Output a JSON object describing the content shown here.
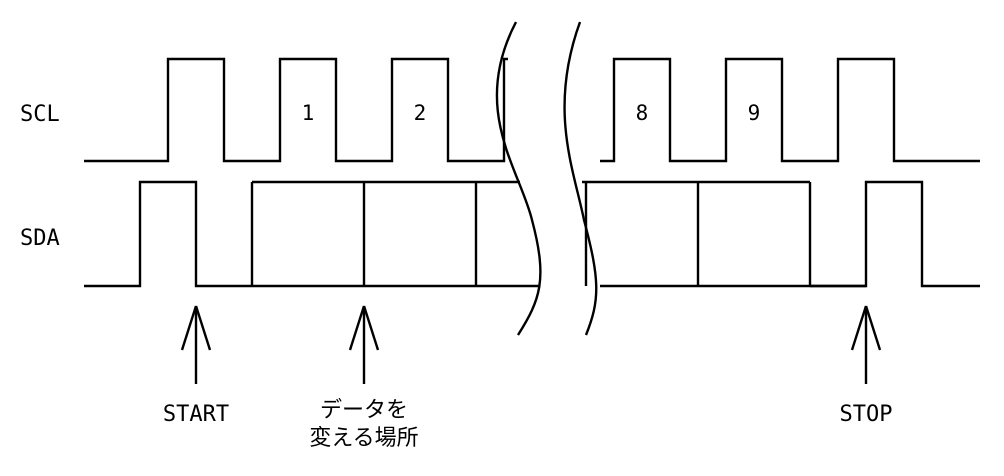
{
  "signals": {
    "scl": "SCL",
    "sda": "SDA"
  },
  "bit_labels": [
    "1",
    "2",
    "8",
    "9"
  ],
  "annotations": {
    "start": "START",
    "data_change_line1": "データを",
    "data_change_line2": "変える場所",
    "stop": "STOP"
  }
}
